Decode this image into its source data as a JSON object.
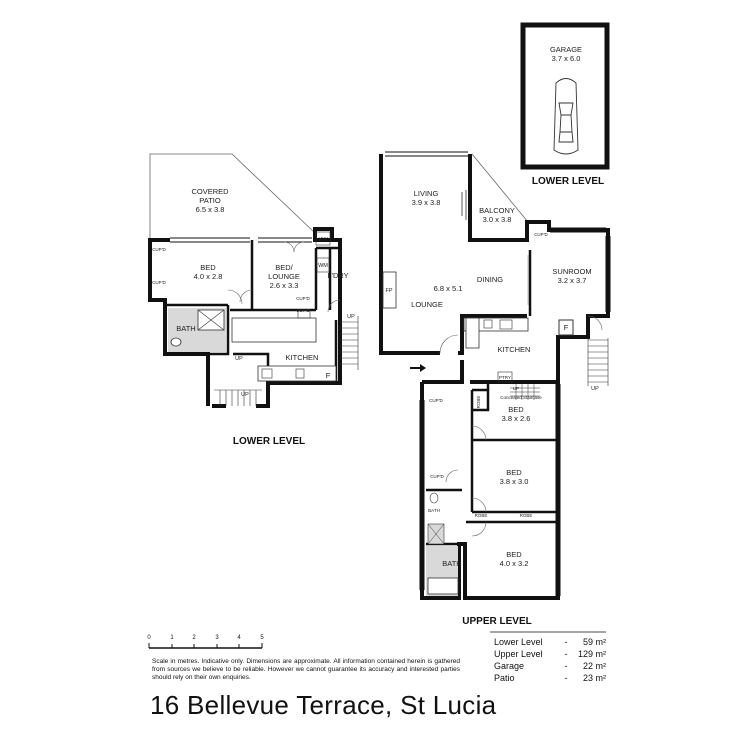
{
  "garage": {
    "name": "GARAGE",
    "dims": "3.7 x 6.0"
  },
  "levels": {
    "lower": "LOWER LEVEL",
    "garage_level": "LOWER LEVEL",
    "upper": "UPPER LEVEL"
  },
  "lower_rooms": {
    "covered_patio": {
      "name": "COVERED",
      "name2": "PATIO",
      "dims": "6.5 x 3.8"
    },
    "bed": {
      "name": "BED",
      "dims": "4.0 x 2.8"
    },
    "bed_lounge": {
      "name": "BED/",
      "name2": "LOUNGE",
      "dims": "2.6 x 3.3"
    },
    "hw": "HW",
    "wm": "WM",
    "laundry": "L'DRY",
    "bath": "BATH",
    "kitchen": "KITCHEN",
    "f": "F",
    "up1": "UP",
    "up2": "UP",
    "up3": "UP",
    "cupd": "CUP'D"
  },
  "upper_rooms": {
    "living": {
      "name": "LIVING",
      "dims": "3.9 x 3.8"
    },
    "balcony": {
      "name": "BALCONY",
      "dims": "3.0 x 3.8"
    },
    "lounge_dining_dims": "6.8 x 5.1",
    "dining": "DINING",
    "lounge": "LOUNGE",
    "fp": "FP",
    "sunroom": {
      "name": "SUNROOM",
      "dims": "3.2 x 3.7"
    },
    "kitchen": "KITCHEN",
    "f": "F",
    "up": "UP",
    "pantry": "PTRY",
    "concealed_stair_up": "UP",
    "concealed_stair": "Concealed Staircase",
    "robe": "ROBE",
    "bed1": {
      "name": "BED",
      "dims": "3.8 x 2.6"
    },
    "bed2": {
      "name": "BED",
      "dims": "3.8 x 3.0"
    },
    "bed3": {
      "name": "BED",
      "dims": "4.0 x 3.2"
    },
    "bath": "BATH",
    "bath_side": "BATH",
    "cupd": "CUP'D"
  },
  "scale": {
    "ticks": [
      "0",
      "1",
      "2",
      "3",
      "4",
      "5"
    ]
  },
  "areas": [
    {
      "name": "Lower Level",
      "dash": "-",
      "value": "59 m²"
    },
    {
      "name": "Upper Level",
      "dash": "-",
      "value": "129 m²"
    },
    {
      "name": "Garage",
      "dash": "-",
      "value": "22 m²"
    },
    {
      "name": "Patio",
      "dash": "-",
      "value": "23 m²"
    }
  ],
  "disclaimer": "Scale in metres. Indicative only. Dimensions are approximate. All information contained herein is gathered from sources we believe to be reliable. However we cannot guarantee its accuracy and interested parties should rely on their own enquiries.",
  "address": "16 Bellevue Terrace, St Lucia"
}
